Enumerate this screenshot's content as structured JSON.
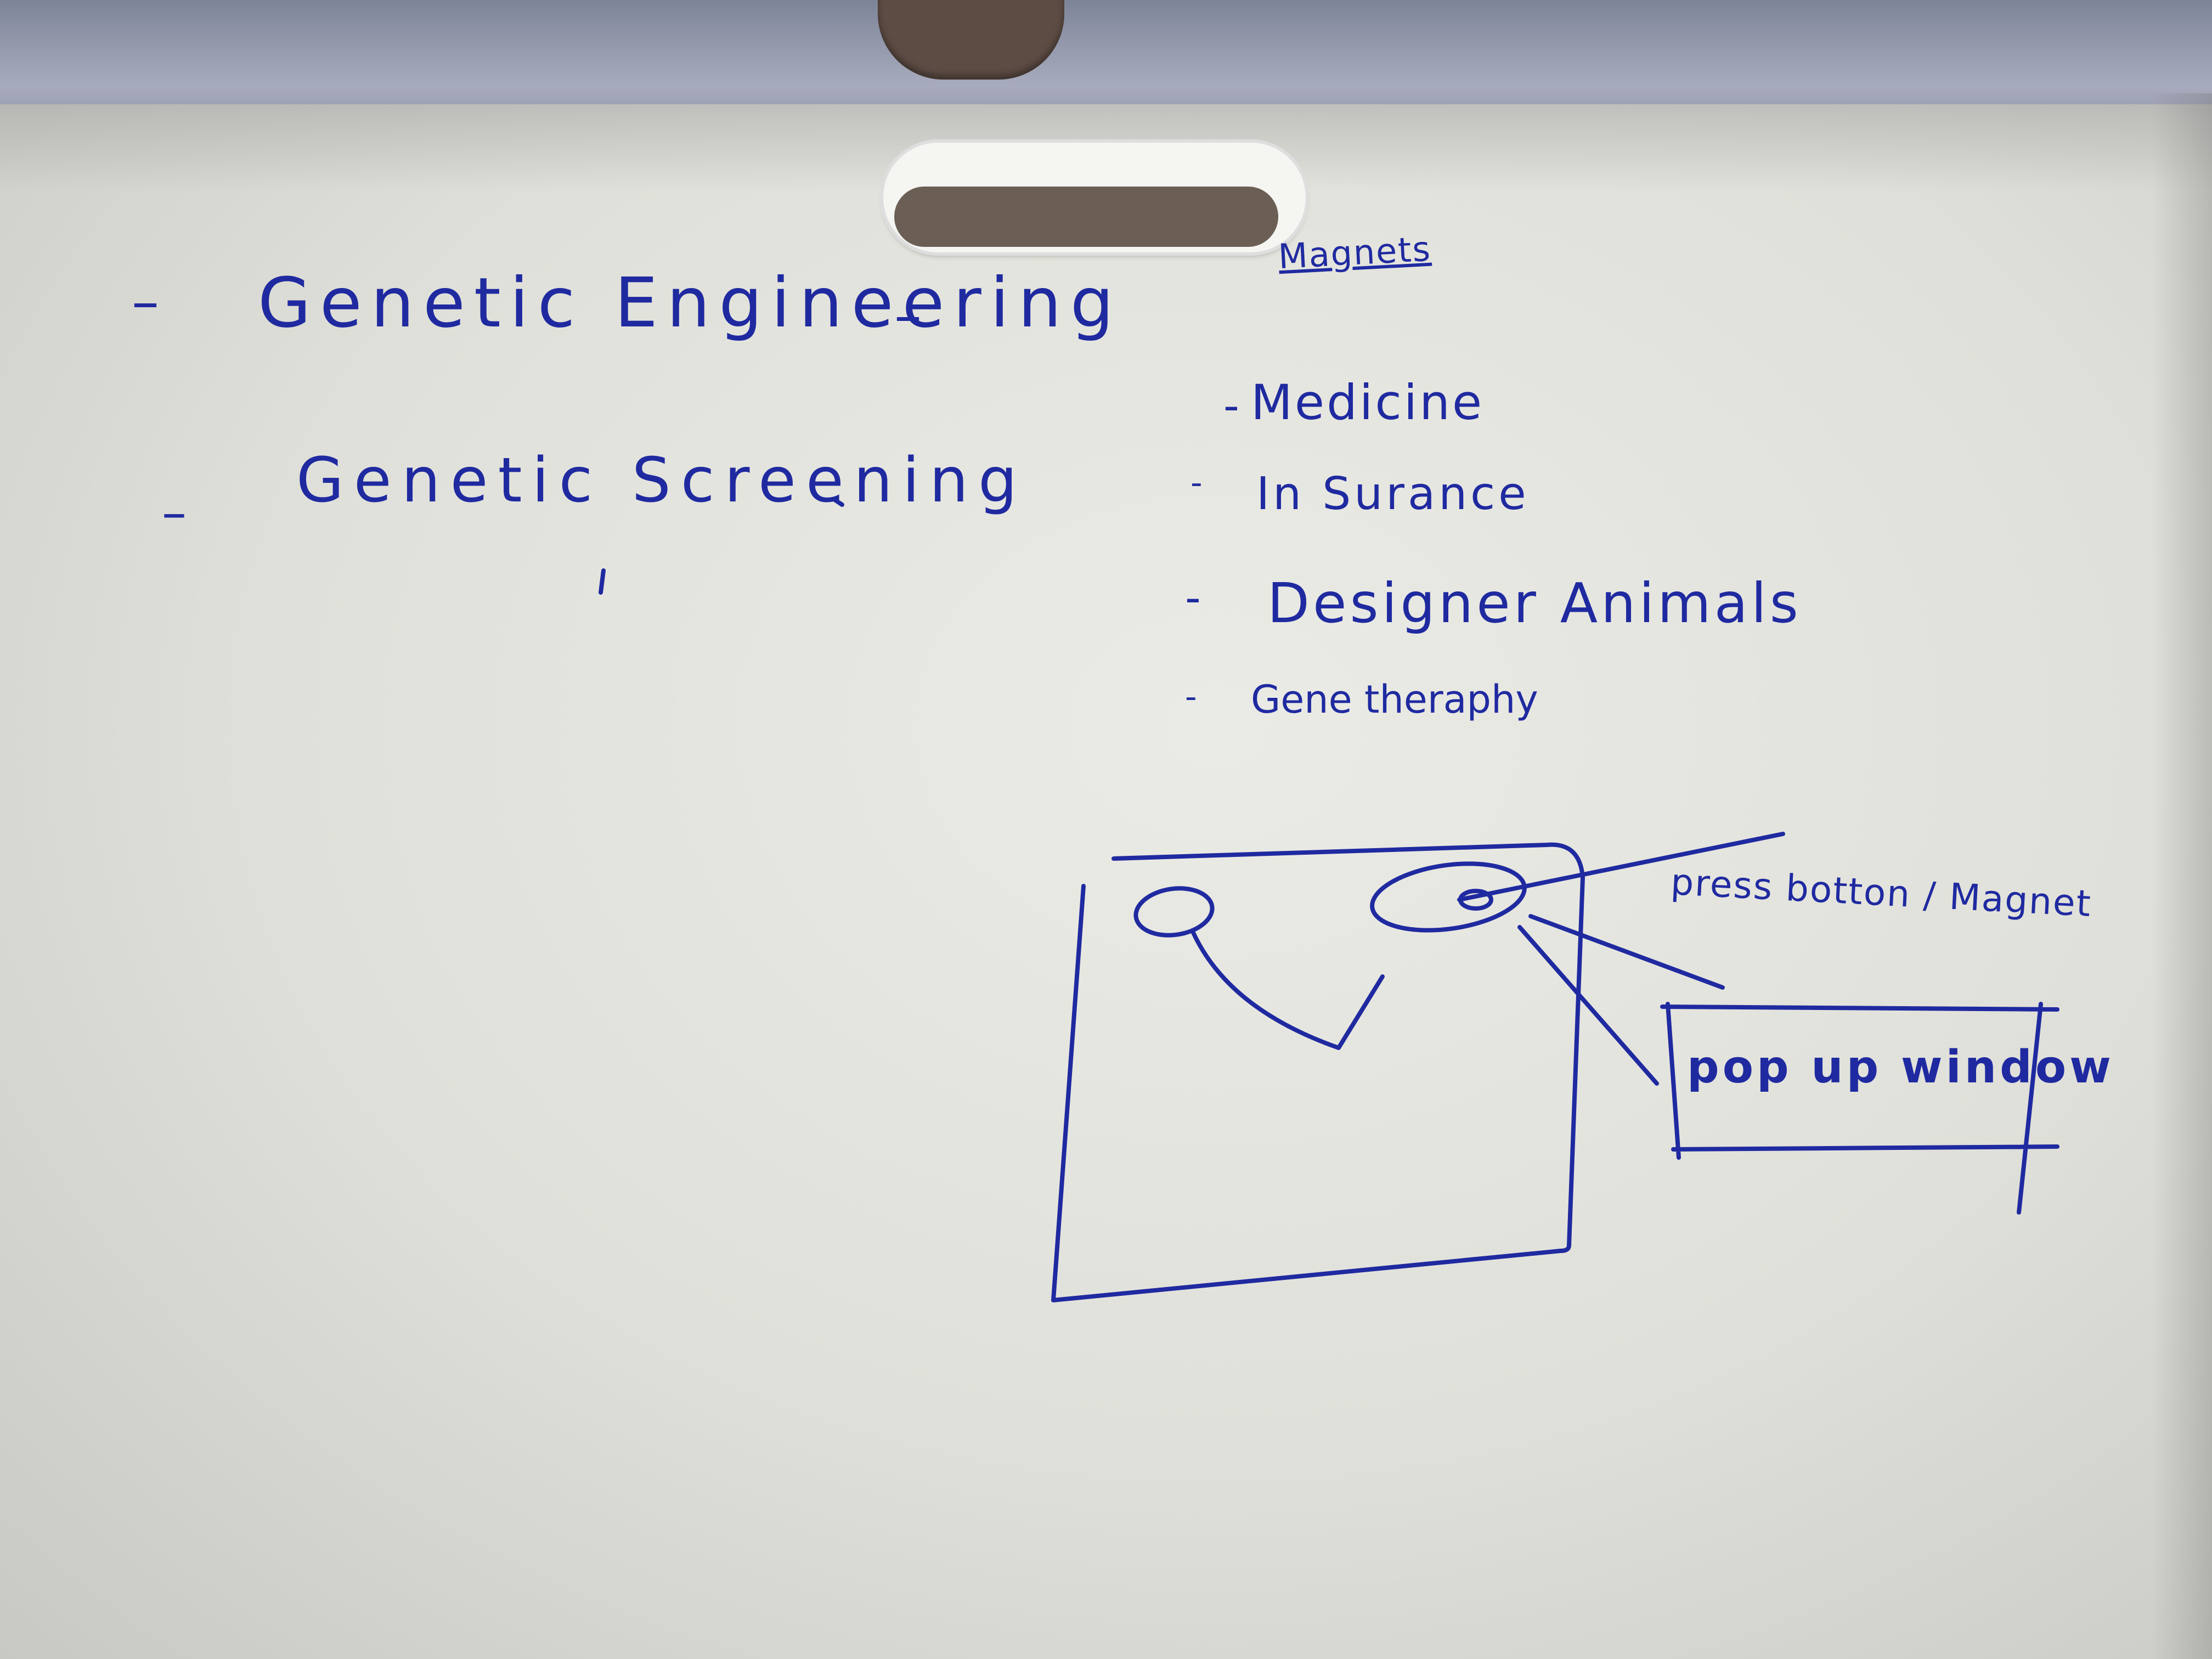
{
  "notes": {
    "left": {
      "line1": "Genetic Engineering",
      "line2": "Genetic Screening"
    },
    "right": {
      "heading": "Magnets",
      "items": [
        "Medicine",
        "In Surance",
        "Designer Animals",
        "Gene theraphy"
      ]
    }
  },
  "sketch": {
    "callout_button": "press botton / Magnet",
    "popup_label": "pop up window"
  },
  "colors": {
    "ink": "#1f2aa0",
    "paper": "#e6e6e1"
  }
}
